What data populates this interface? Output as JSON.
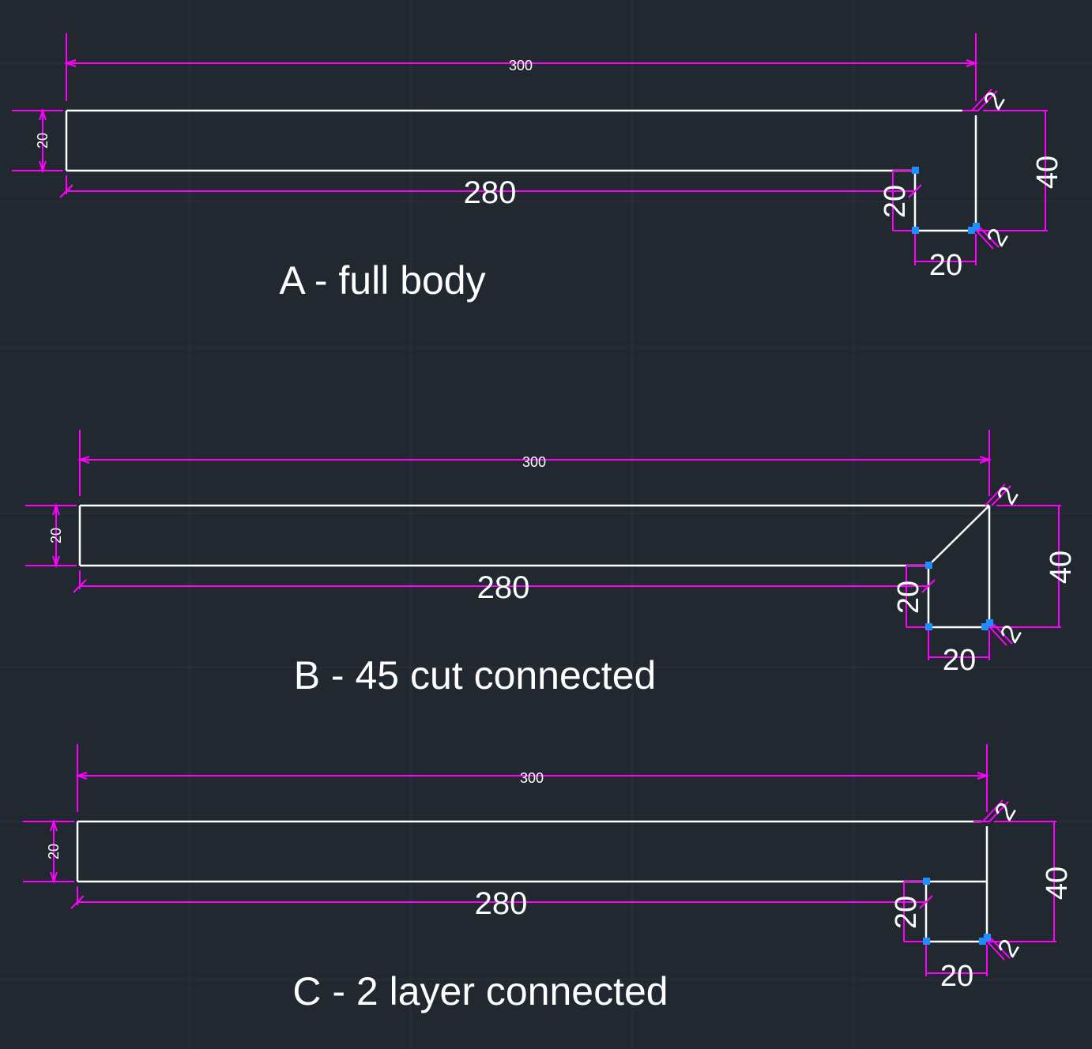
{
  "colors": {
    "background": "#212830",
    "object_lines": "#ffffff",
    "dimensions": "#ff00ff",
    "grips": "#1e8fff"
  },
  "drawings": [
    {
      "caption": "A - full body",
      "dims": {
        "total_length": "300",
        "inner_length": "280",
        "thickness": "20",
        "leg_height": "40",
        "inner_leg": "20",
        "leg_width": "20",
        "gap_top": "2",
        "gap_bottom": "2"
      }
    },
    {
      "caption": "B - 45 cut connected",
      "dims": {
        "total_length": "300",
        "inner_length": "280",
        "thickness": "20",
        "leg_height": "40",
        "inner_leg": "20",
        "leg_width": "20",
        "gap_top": "2",
        "gap_bottom": "2"
      }
    },
    {
      "caption": "C - 2 layer connected",
      "dims": {
        "total_length": "300",
        "inner_length": "280",
        "thickness": "20",
        "leg_height": "40",
        "inner_leg": "20",
        "leg_width": "20",
        "gap_top": "2",
        "gap_bottom": "2"
      }
    }
  ]
}
